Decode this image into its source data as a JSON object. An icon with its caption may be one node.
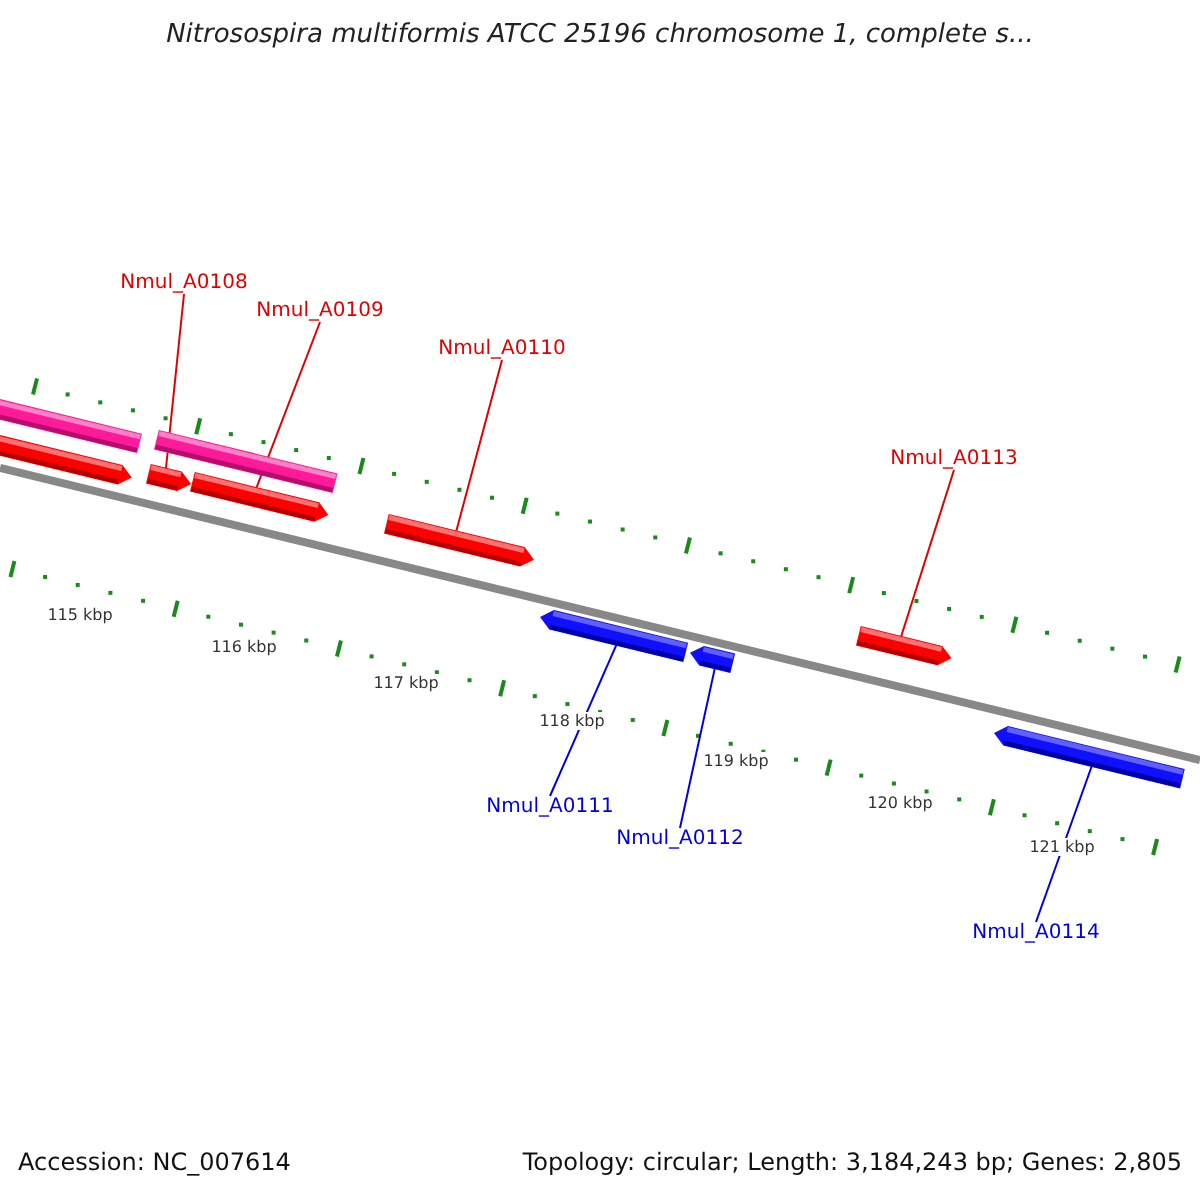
{
  "diagram": {
    "title": "Nitrosospira multiformis ATCC 25196 chromosome 1, complete s...",
    "nodes": [
      {
        "text": [
          "Nmul_A0108"
        ]
      },
      {
        "text": [
          "Nmul_A0109"
        ]
      },
      {
        "text": [
          "Nmul_A0110"
        ]
      },
      {
        "text": [
          "Nmul_A0113"
        ]
      },
      {
        "text": [
          "Nmul_A0111"
        ]
      },
      {
        "text": [
          "Nmul_A0112"
        ]
      },
      {
        "text": [
          "Nmul_A0114"
        ]
      },
      {
        "text": [],
        "shape": "bar"
      },
      {
        "text": [],
        "shape": "arrow"
      },
      {
        "text": [],
        "shape": "bar"
      },
      {
        "text": [],
        "shape": "arrow"
      },
      {
        "text": [],
        "shape": "arrow"
      },
      {
        "text": [],
        "shape": "arrow"
      },
      {
        "text": [],
        "shape": "arrow"
      },
      {
        "text": [],
        "shape": "arrow"
      },
      {
        "text": [],
        "shape": "arrow"
      },
      {
        "text": [],
        "shape": "arrow"
      }
    ],
    "edges": [
      {
        "from": 0,
        "to": 10,
        "arrow": "none"
      },
      {
        "from": 1,
        "to": 11,
        "arrow": "none"
      },
      {
        "from": 2,
        "to": 12,
        "arrow": "none"
      },
      {
        "from": 3,
        "to": 15,
        "arrow": "none"
      },
      {
        "from": 4,
        "to": 13,
        "arrow": "none",
        "color": "#0000e0"
      },
      {
        "from": 5,
        "to": 14,
        "arrow": "none",
        "color": "#0000e0"
      },
      {
        "from": 6,
        "to": 16,
        "arrow": "none",
        "color": "#0000e0"
      }
    ],
    "labels": [
      "115 kbp",
      "116 kbp",
      "117 kbp",
      "118 kbp",
      "119 kbp",
      "120 kbp",
      "121 kbp",
      "Accession: NC_007614",
      "Topology: circular; Length: 3,184,243 bp; Genes: 2,805"
    ]
  }
}
